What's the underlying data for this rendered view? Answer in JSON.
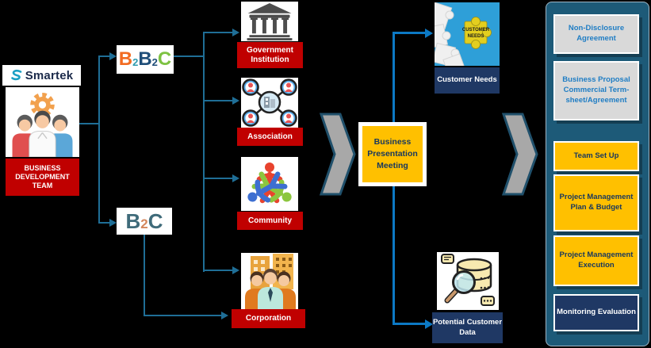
{
  "brand": {
    "name": "Smartek"
  },
  "team": {
    "label": "BUSINESS DEVELOPMENT TEAM"
  },
  "segments": {
    "b2b2c": {
      "letters": [
        "B",
        "2",
        "B",
        "2",
        "C"
      ]
    },
    "b2c": {
      "letters": [
        "B",
        "2",
        "C"
      ]
    }
  },
  "channels": [
    {
      "label": "Government Institution",
      "icon": "bank-icon"
    },
    {
      "label": "Association",
      "icon": "network-people-icon"
    },
    {
      "label": "Community",
      "icon": "people-circle-icon"
    },
    {
      "label": "Corporation",
      "icon": "business-people-icon"
    }
  ],
  "meeting": {
    "label": "Business Presentation Meeting"
  },
  "outputs": {
    "customer_needs": {
      "label": "Customer Needs",
      "image_text": [
        "CUSTOMER",
        "NEEDS"
      ],
      "icon": "puzzle-piece-icon"
    },
    "potential_customer_data": {
      "label": "Potential Customer Data",
      "icon": "database-magnifier-icon"
    }
  },
  "deliverables": [
    {
      "label": "Non-Disclosure Agreement",
      "style": "gray"
    },
    {
      "label": "Business Proposal Commercial Term-sheet/Agreement",
      "style": "gray"
    },
    {
      "label": "Team Set Up",
      "style": "yellow"
    },
    {
      "label": "Project Management Plan & Budget",
      "style": "yellow"
    },
    {
      "label": "Project Management Execution",
      "style": "yellow"
    },
    {
      "label": "Monitoring Evaluation",
      "style": "navy"
    }
  ],
  "colors": {
    "red_label": "#C00000",
    "navy_label": "#1F3864",
    "yellow": "#FFC000",
    "panel_teal": "#1D5A78",
    "gray_box": "#D9D9D9",
    "blue_text": "#1F7DC4",
    "navy_text": "#17375E",
    "connector_teal": "#1F6E96",
    "connector_blue": "#0C79C4",
    "arrow_gray": "#A8A8A8",
    "arrow_outline": "#20506B",
    "b2b2c_orange": "#F26B21",
    "b2b2c_teal": "#2E9BAE",
    "b2b2c_navy": "#1F4E79",
    "b2b2c_green": "#7DC242",
    "b2c_teal": "#3F6B7A",
    "b2c_orange": "#D4875C"
  }
}
